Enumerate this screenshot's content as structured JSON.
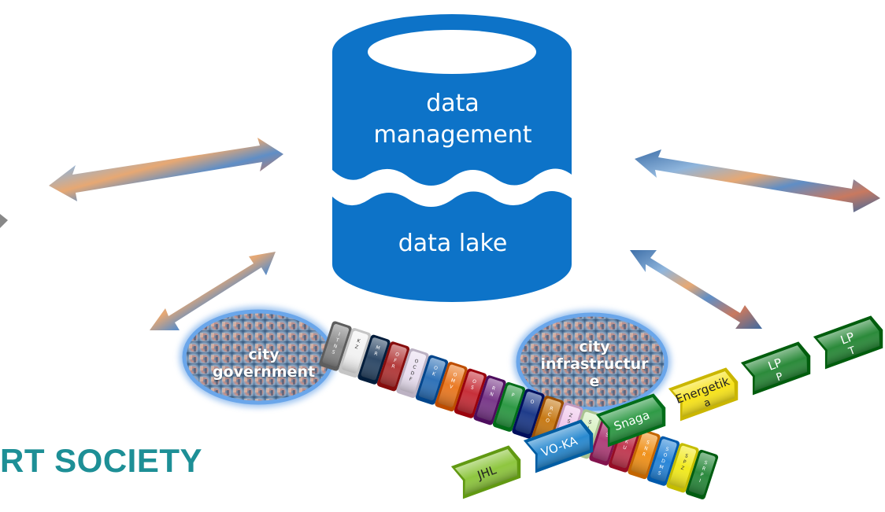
{
  "center": {
    "line1": "data",
    "line2": "management",
    "line3": "data lake"
  },
  "left_ellipse": {
    "line1": "city",
    "line2": "government"
  },
  "right_ellipse": {
    "line1": "city",
    "line2": "infrastructur",
    "line3": "e"
  },
  "footer_text": "RT SOCIETY",
  "left_keys": [
    {
      "label": "ITNS",
      "color": "#8a8a8a"
    },
    {
      "label": "KZ",
      "color": "#f2f2f2"
    },
    {
      "label": "MR",
      "color": "#2f4a68"
    },
    {
      "label": "OFR",
      "color": "#b33a3a"
    },
    {
      "label": "OCDF",
      "color": "#e9dff0"
    },
    {
      "label": "OK",
      "color": "#2f72b8"
    },
    {
      "label": "OMV",
      "color": "#ea7a24"
    },
    {
      "label": "OS",
      "color": "#c7303a"
    },
    {
      "label": "RN",
      "color": "#7a3a8a"
    },
    {
      "label": "P",
      "color": "#2f9a46"
    },
    {
      "label": "O",
      "color": "#1f3c8a"
    },
    {
      "label": "RCO",
      "color": "#c77a16"
    },
    {
      "label": "ZSV",
      "color": "#f0c8ec"
    },
    {
      "label": "SJN",
      "color": "#d6f0bf"
    },
    {
      "label": "SS",
      "color": "#b0407a"
    },
    {
      "label": "SKU",
      "color": "#c23a52"
    },
    {
      "label": "SNR",
      "color": "#f0921c"
    },
    {
      "label": "SODMS",
      "color": "#2a86d8"
    },
    {
      "label": "SPZ",
      "color": "#f2ea20"
    },
    {
      "label": "SRPI",
      "color": "#2c8a3e"
    }
  ],
  "right_keys": [
    {
      "label": "JHL",
      "color": "#8ec63f"
    },
    {
      "label": "VO-KA",
      "color": "#2a8ad0"
    },
    {
      "label": "Snaga",
      "color": "#2f9a46"
    },
    {
      "label": "Energetik",
      "sub": "a",
      "color": "#f7e31c"
    },
    {
      "label": "LP",
      "sub": "P",
      "color": "#2b8a3a"
    },
    {
      "label": "LP",
      "sub": "T",
      "color": "#2b8a3a"
    }
  ],
  "colors": {
    "database": "#0d73c8",
    "society": "#1d8f96",
    "ellipse_rim": "#4a90e2"
  }
}
